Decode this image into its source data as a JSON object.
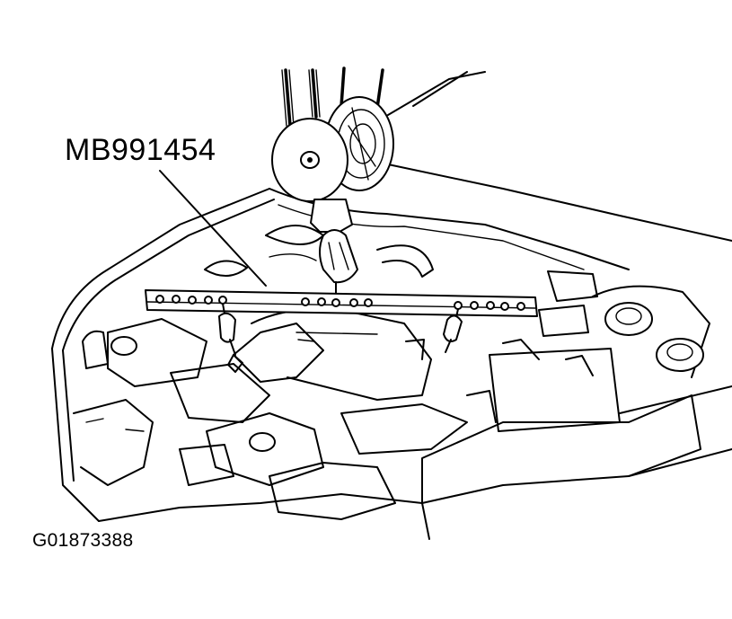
{
  "callout": {
    "label": "MB991454"
  },
  "figure": {
    "id": "G01873388"
  },
  "icons": {
    "chain_block": "chain-block-hoist-icon",
    "hanger": "engine-hanger-bar-icon",
    "engine_bay": "engine-compartment-illustration"
  },
  "colors": {
    "ink": "#000000",
    "paper": "#ffffff"
  }
}
